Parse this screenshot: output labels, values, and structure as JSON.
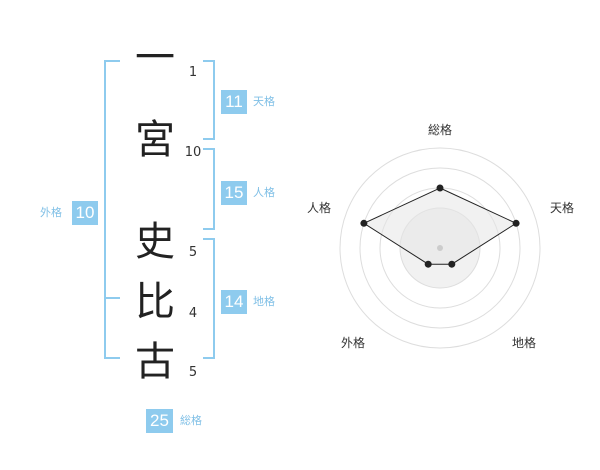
{
  "name_chars": [
    {
      "char": "一",
      "strokes": "1"
    },
    {
      "char": "宮",
      "strokes": "10"
    },
    {
      "char": "史",
      "strokes": "5"
    },
    {
      "char": "比",
      "strokes": "4"
    },
    {
      "char": "古",
      "strokes": "5"
    }
  ],
  "kakaku": {
    "tenkaku": {
      "label": "天格",
      "value": "11"
    },
    "jinkaku": {
      "label": "人格",
      "value": "15"
    },
    "chikaku": {
      "label": "地格",
      "value": "14"
    },
    "gaikaku": {
      "label": "外格",
      "value": "10"
    },
    "soukaku": {
      "label": "総格",
      "value": "25"
    }
  },
  "colors": {
    "accent": "#8ecbee",
    "accent_text": "#7fbfe6",
    "radar_fill": "#f1f1f1",
    "radar_line": "#222222"
  },
  "chart_data": {
    "type": "radar",
    "axes": [
      "総格",
      "天格",
      "地格",
      "外格",
      "人格"
    ],
    "values": [
      3,
      4,
      1,
      1,
      4
    ],
    "max": 5,
    "rings": 4
  }
}
